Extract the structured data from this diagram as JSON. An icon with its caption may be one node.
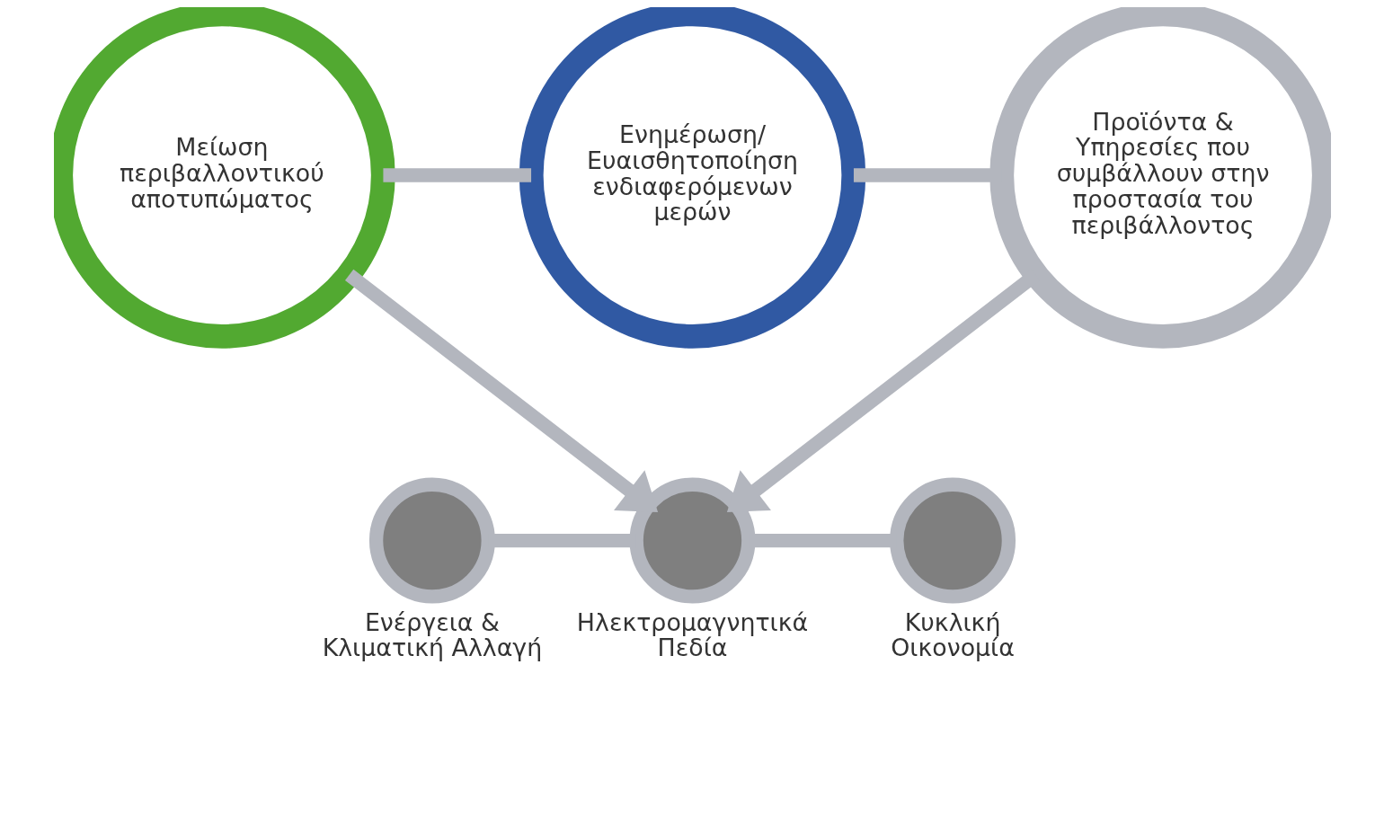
{
  "diagram": {
    "nodes": [
      {
        "text": [
          "Μείωση περιβαλλοντικού αποτυπώματος"
        ]
      },
      {
        "text": [
          "Ενημέρωση/ Ευαισθητοποίηση ενδιαφερόμενων μερών"
        ]
      },
      {
        "text": [
          "Προϊόντα & Υπηρεσίες που συμβάλλουν στην προστασία του περιβάλλοντος"
        ]
      },
      {
        "text": [],
        "shape": "circle",
        "beside": [
          "Ενέργεια & Κλιματική Αλλαγή"
        ]
      },
      {
        "text": [],
        "shape": "circle",
        "beside": [
          "Ηλεκτρομαγνητικά Πεδία"
        ]
      },
      {
        "text": [],
        "shape": "circle",
        "beside": [
          "Κυκλική Οικονομία"
        ]
      }
    ],
    "edges": [
      {
        "from": 0,
        "to": 1,
        "arrow": "none"
      },
      {
        "from": 1,
        "to": 2,
        "arrow": "none"
      },
      {
        "from": 0,
        "to": 4,
        "arrow": "to"
      },
      {
        "from": 2,
        "to": 4,
        "arrow": "to"
      },
      {
        "from": 3,
        "to": 4,
        "arrow": "none"
      },
      {
        "from": 4,
        "to": 5,
        "arrow": "none"
      }
    ]
  }
}
